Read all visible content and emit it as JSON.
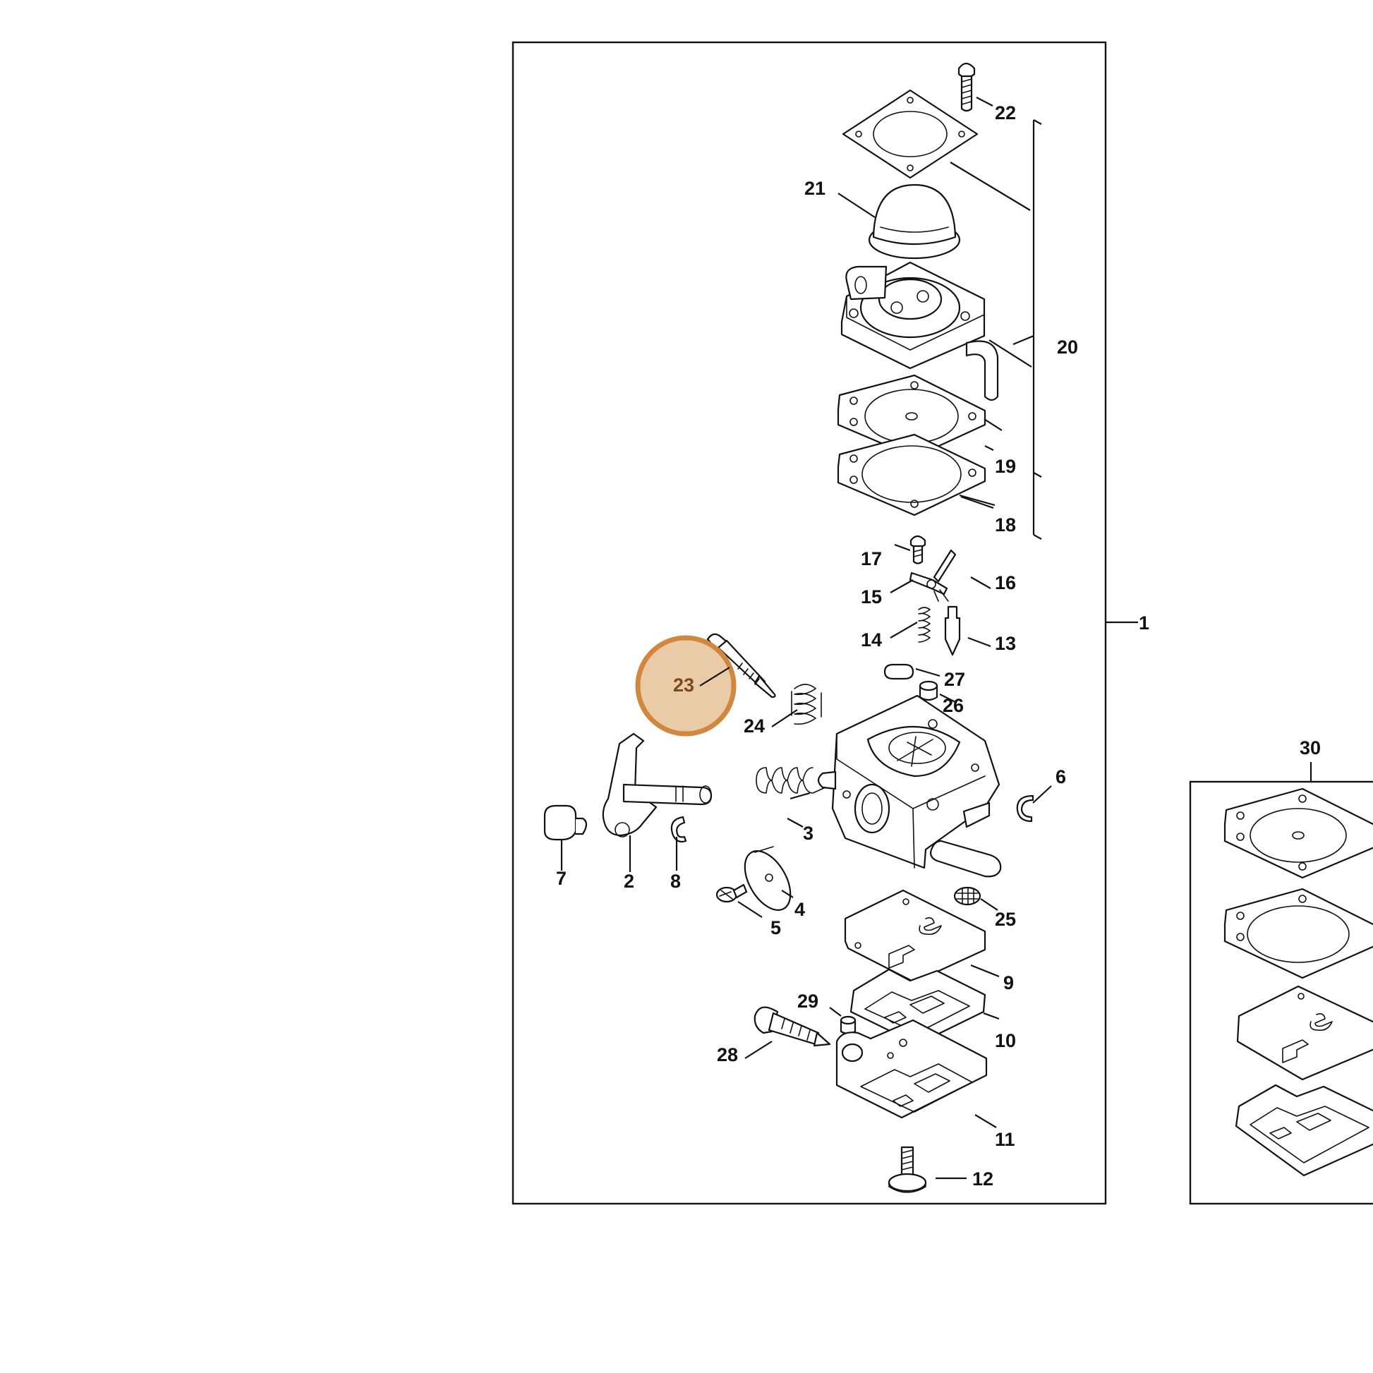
{
  "diagram": {
    "callouts": {
      "c1": "1",
      "c2": "2",
      "c3": "3",
      "c4": "4",
      "c5": "5",
      "c6": "6",
      "c7": "7",
      "c8": "8",
      "c9": "9",
      "c10": "10",
      "c11": "11",
      "c12": "12",
      "c13": "13",
      "c14": "14",
      "c15": "15",
      "c16": "16",
      "c17": "17",
      "c18": "18",
      "c19": "19",
      "c20": "20",
      "c21": "21",
      "c22": "22",
      "c23": "23",
      "c24": "24",
      "c25": "25",
      "c26": "26",
      "c27": "27",
      "c28": "28",
      "c29": "29",
      "c30": "30"
    },
    "highlight": {
      "part": "23",
      "fill": "#e8c7a1",
      "stroke": "#d0883d"
    }
  }
}
